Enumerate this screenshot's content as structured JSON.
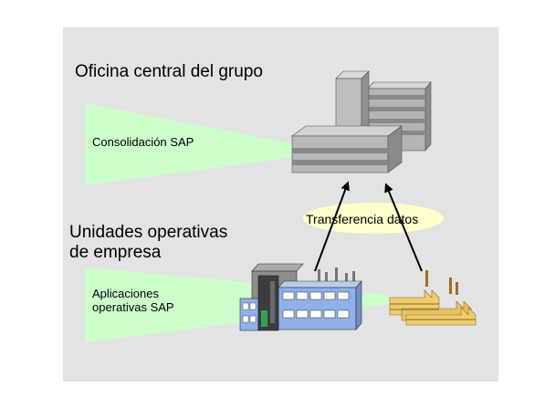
{
  "headings": {
    "hq": "Oficina central del grupo",
    "business_units_line1": "Unidades operativas",
    "business_units_line2": "de empresa"
  },
  "labels": {
    "consolidation": "Consolidación SAP",
    "ops_apps_line1": "Aplicaciones",
    "ops_apps_line2": "operativas SAP",
    "transfer": "Transferencia datos"
  },
  "colors": {
    "panel_background": "#e3e3e3",
    "beam_green": "#ccffcc",
    "transfer_ellipse": "#ffffcc",
    "building_gray": "#b8b8b8",
    "factory_blue": "#8fb0e8",
    "factory_yellow": "#f0cc70"
  },
  "icons": {
    "hq": "office-building-icon",
    "factory_main": "factory-building-icon",
    "factory_small": "small-factories-icon"
  }
}
